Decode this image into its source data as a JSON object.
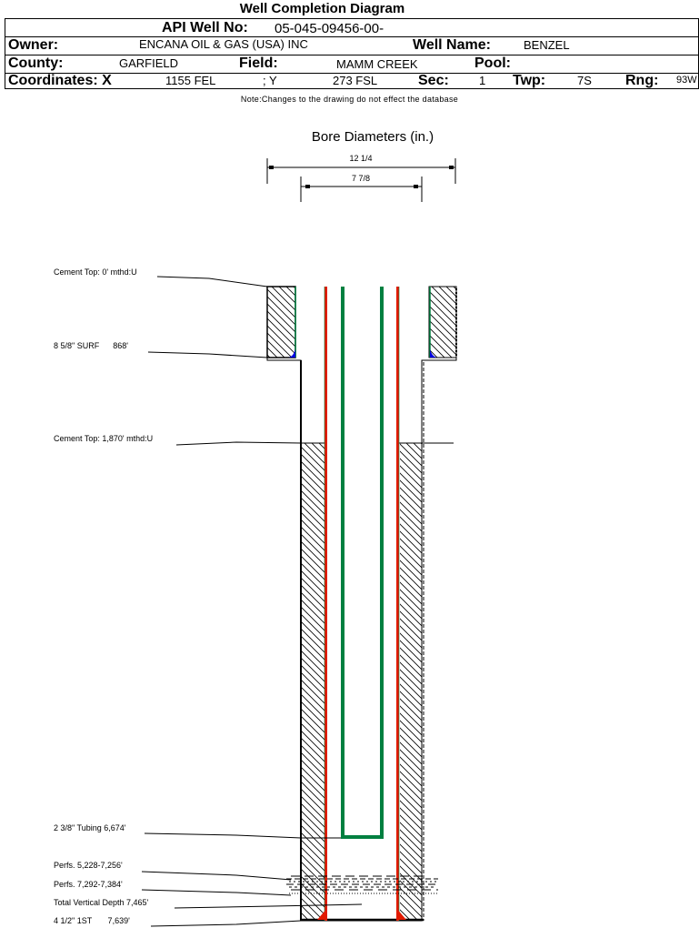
{
  "title": "Well Completion Diagram",
  "header": {
    "api_label": "API Well No:",
    "api_value": "05-045-09456-00-",
    "owner_label": "Owner:",
    "owner_value": "ENCANA OIL & GAS (USA) INC",
    "well_name_label": "Well Name:",
    "well_name_value": "BENZEL",
    "county_label": "County:",
    "county_value": "GARFIELD",
    "field_label": "Field:",
    "field_value": "MAMM CREEK",
    "pool_label": "Pool:",
    "pool_value": "",
    "coords_label": "Coordinates: X",
    "coord_x_value": "1155 FEL",
    "coord_y_label": "; Y",
    "coord_y_value": "273 FSL",
    "sec_label": "Sec:",
    "sec_value": "1",
    "twp_label": "Twp:",
    "twp_value": "7S",
    "rng_label": "Rng:",
    "rng_value": "93W"
  },
  "note": "Note:Changes to the drawing do not effect the database",
  "diagram": {
    "bore_title": "Bore Diameters (in.)",
    "bore_diameters": [
      "12 1/4",
      "7 7/8"
    ],
    "annotations": [
      {
        "id": "cement-top-surface",
        "text": "Cement Top: 0' mthd:U"
      },
      {
        "id": "surface-casing",
        "text": "8 5/8\" SURF      868'"
      },
      {
        "id": "cement-top-production",
        "text": "Cement Top: 1,870' mthd:U"
      },
      {
        "id": "tubing",
        "text": "2 3/8\" Tubing 6,674'"
      },
      {
        "id": "perfs-1",
        "text": "Perfs. 5,228-7,256'"
      },
      {
        "id": "perfs-2",
        "text": "Perfs. 7,292-7,384'"
      },
      {
        "id": "total-depth",
        "text": "Total Vertical Depth 7,465'"
      },
      {
        "id": "production-casing",
        "text": "4 1/2\" 1ST       7,639'"
      }
    ],
    "colors": {
      "production_casing": "#e21a00",
      "tubing": "#008040",
      "cement_shoe_surface": "#0000e0",
      "cement_shoe_production": "#e21a00",
      "outline": "#000000"
    }
  }
}
